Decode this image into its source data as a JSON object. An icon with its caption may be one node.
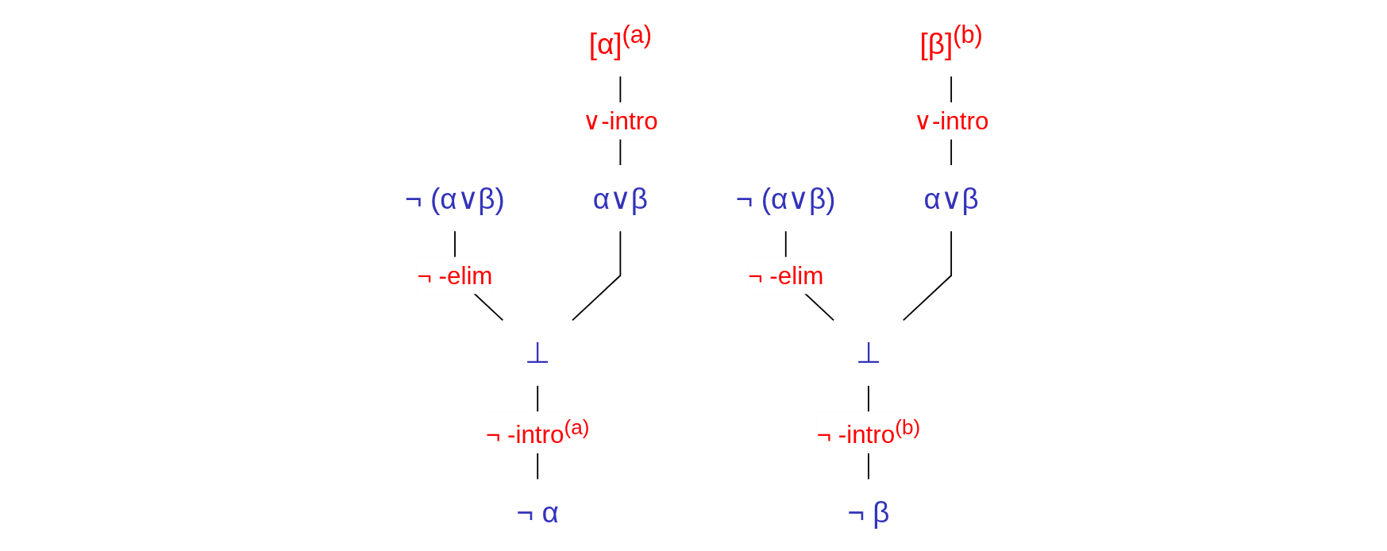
{
  "diagram": {
    "nodes": [
      {
        "text": [
          "¬ (α∨β)"
        ]
      },
      {
        "text": [
          "[α]$^{(a)}$"
        ]
      },
      {
        "text": [
          "α∨β"
        ]
      },
      {
        "text": [
          "⊥"
        ]
      },
      {
        "text": [
          "¬ α"
        ]
      },
      {
        "text": [
          "¬ (α∨β)"
        ]
      },
      {
        "text": [
          "[β]$^{(b)}$"
        ]
      },
      {
        "text": [
          "α∨β"
        ]
      },
      {
        "text": [
          "⊥"
        ]
      },
      {
        "text": [
          "¬ β"
        ]
      }
    ],
    "edges": [
      {
        "from": 1,
        "to": 2,
        "arrow": "none",
        "label": "∨-intro"
      },
      {
        "from": 0,
        "to": 3,
        "arrow": "none",
        "label": "¬ -elim"
      },
      {
        "from": 2,
        "to": 3,
        "arrow": "none"
      },
      {
        "from": 3,
        "to": 4,
        "arrow": "none",
        "label": "¬ -intro$^{(a)}$"
      },
      {
        "from": 6,
        "to": 7,
        "arrow": "none",
        "label": "∨-intro"
      },
      {
        "from": 5,
        "to": 8,
        "arrow": "none",
        "label": "¬ -elim"
      },
      {
        "from": 7,
        "to": 8,
        "arrow": "none"
      },
      {
        "from": 8,
        "to": 9,
        "arrow": "none",
        "label": "¬ -intro$^{(b)}$"
      }
    ]
  }
}
